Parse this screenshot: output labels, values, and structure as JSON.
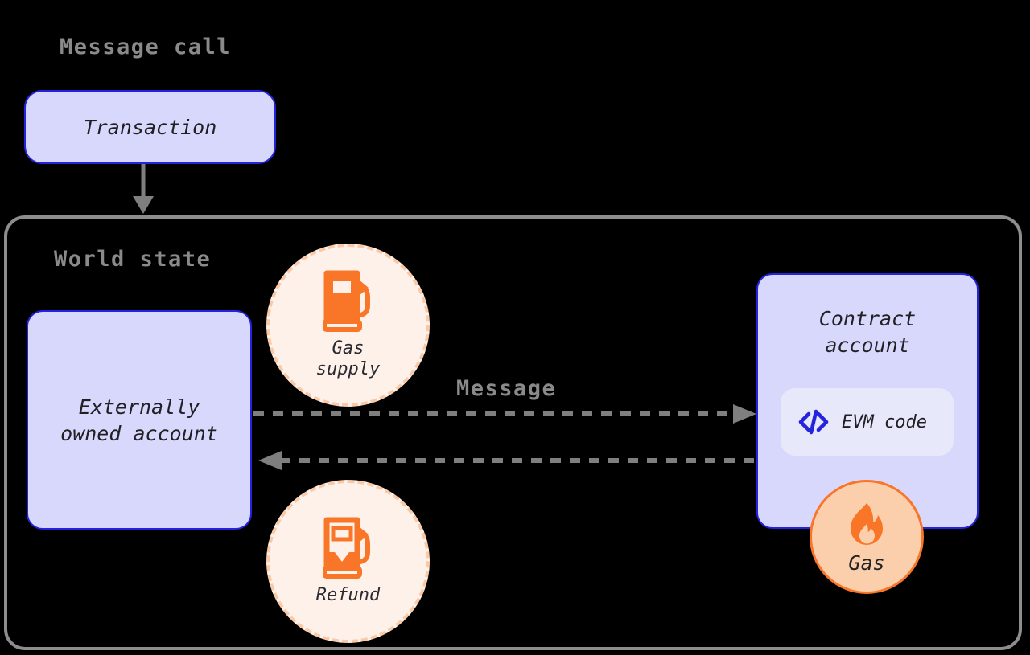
{
  "diagram": {
    "title": "Message call",
    "background": "#000000",
    "colors": {
      "purple_fill": "#d8d8fc",
      "purple_border": "#2323e0",
      "gray_border": "#8d8d8d",
      "gray_text": "#8a8a8a",
      "orange": "#f97528",
      "orange_light_fill": "#fdf1ea",
      "orange_dash_border": "#fac9a6",
      "badge_fill": "#fbcfab",
      "evm_pill_fill": "#e8e8fb",
      "arrow_gray": "#7f7f7f"
    }
  },
  "message_call": {
    "heading": "Message call",
    "transaction": {
      "label": "Transaction"
    },
    "transaction_arrow": {
      "name": "transaction-to-world-state-arrow",
      "style": "solid",
      "direction": "down"
    }
  },
  "world_state": {
    "heading": "World state",
    "eoa": {
      "label": "Externally\nowned account"
    },
    "contract": {
      "label": "Contract\naccount",
      "evm_code": {
        "label": "EVM code",
        "icon": "code-icon"
      },
      "gas_badge": {
        "label": "Gas",
        "icon": "flame-icon"
      }
    },
    "gas_supply": {
      "label": "Gas\nsupply",
      "icon": "gas-pump-full-icon"
    },
    "refund": {
      "label": "Refund",
      "icon": "gas-pump-low-icon"
    },
    "message_arrow": {
      "label": "Message",
      "style": "dashed",
      "direction": "right"
    },
    "return_arrow": {
      "label": "",
      "style": "dashed",
      "direction": "left"
    }
  }
}
